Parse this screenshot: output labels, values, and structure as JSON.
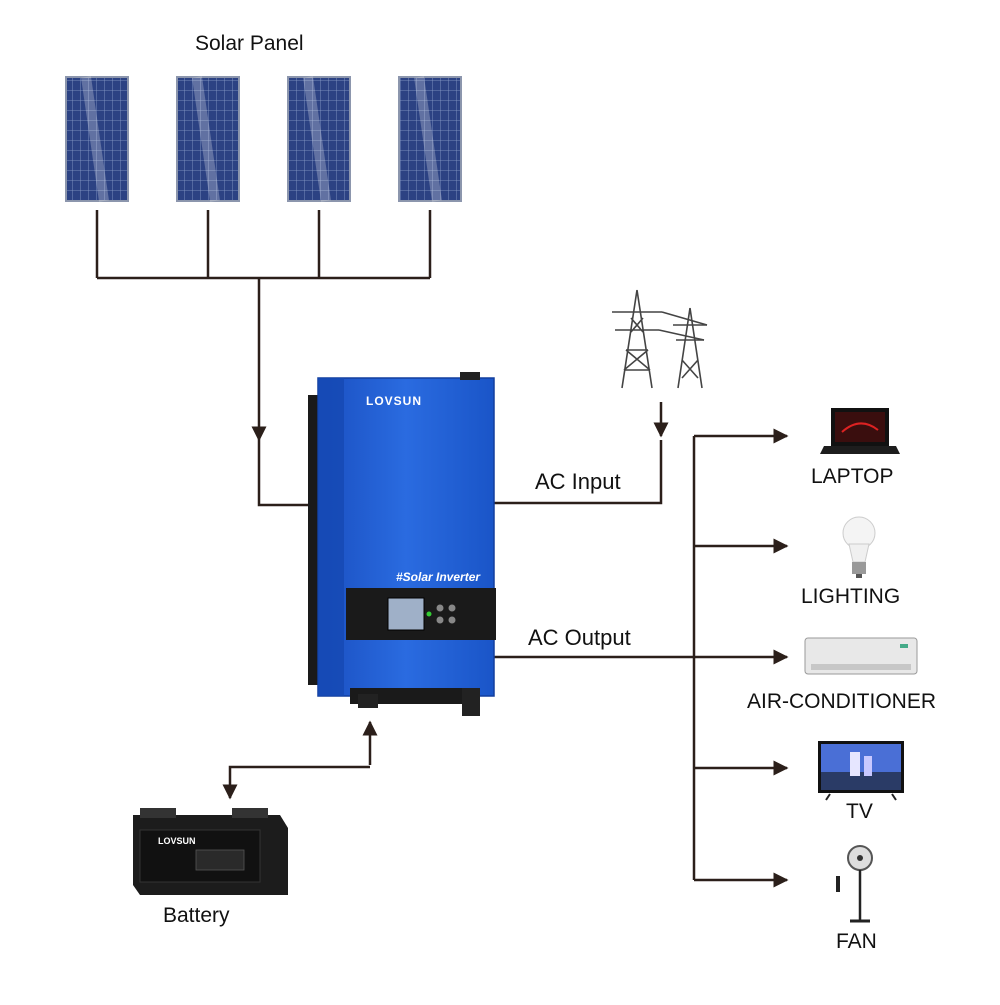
{
  "title": "Solar Panel",
  "inverter": {
    "brand": "LOVSUN",
    "label": "#Solar Inverter"
  },
  "battery": {
    "brand": "LOVSUN",
    "label": "Battery"
  },
  "connections": {
    "ac_input": "AC Input",
    "ac_output": "AC Output"
  },
  "loads": [
    {
      "label": "LAPTOP",
      "icon": "laptop-icon"
    },
    {
      "label": "LIGHTING",
      "icon": "light-bulb-icon"
    },
    {
      "label": "AIR-CONDITIONER",
      "icon": "air-conditioner-icon"
    },
    {
      "label": "TV",
      "icon": "tv-icon"
    },
    {
      "label": "FAN",
      "icon": "fan-icon"
    }
  ],
  "colors": {
    "line": "#2b1f1a",
    "inverter": "#1f5fd6",
    "panel": "#2a3f80",
    "battery": "#1c1c1c"
  }
}
